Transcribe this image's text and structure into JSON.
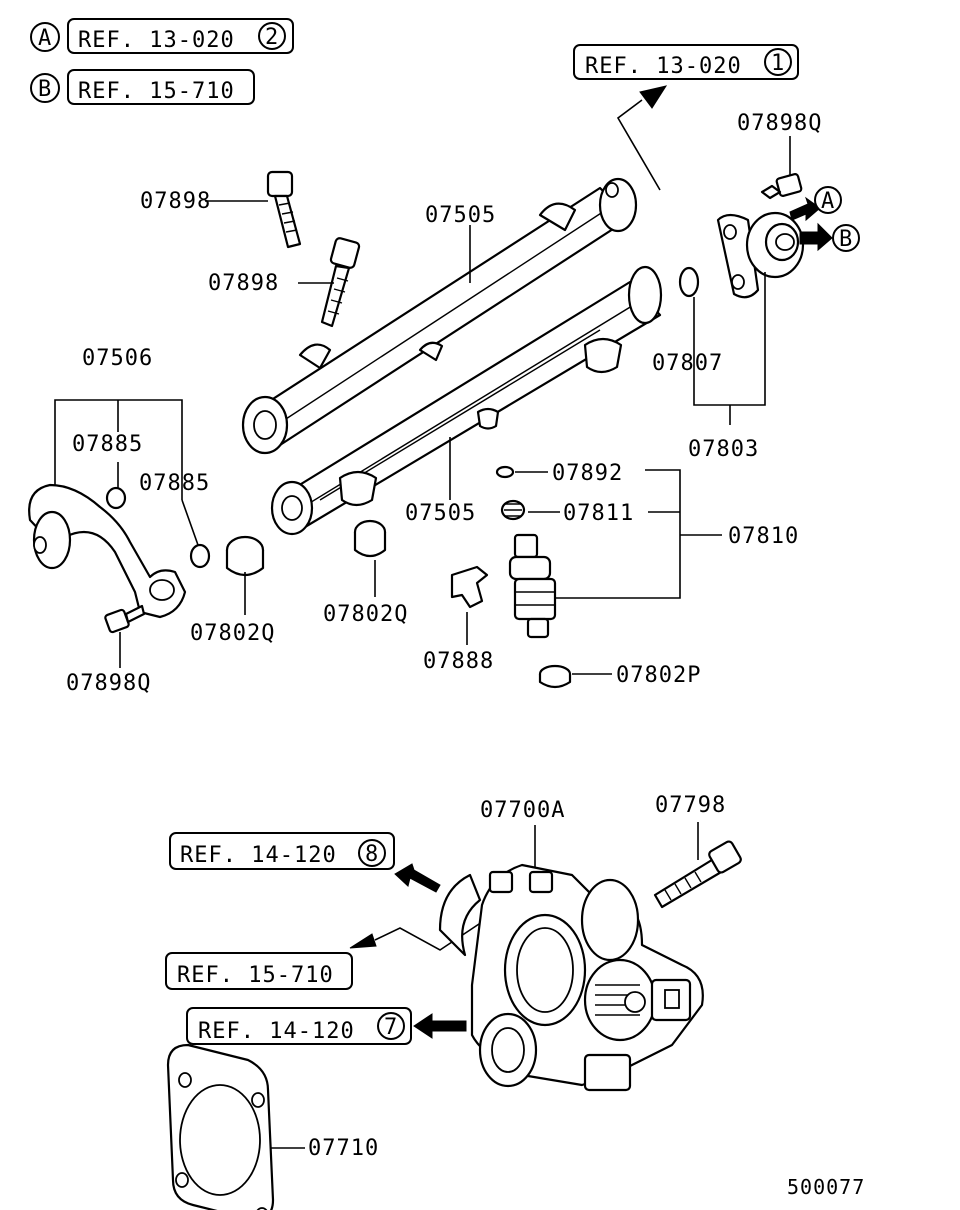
{
  "refs": {
    "ref_a": "REF. 13-020",
    "ref_a_num": "2",
    "ref_b": "REF. 15-710",
    "ref_top": "REF. 13-020",
    "ref_top_num": "1",
    "ref_tb_1": "REF. 14-120",
    "ref_tb_1_num": "8",
    "ref_tb_2": "REF. 15-710",
    "ref_tb_3": "REF. 14-120",
    "ref_tb_3_num": "7"
  },
  "markers": {
    "a": "A",
    "b": "B"
  },
  "parts": {
    "p07898_1": "07898",
    "p07898_2": "07898",
    "p07505_top": "07505",
    "p07505_bottom": "07505",
    "p07898q_top": "07898Q",
    "p07807": "07807",
    "p07803": "07803",
    "p07506": "07506",
    "p07885_1": "07885",
    "p07885_2": "07885",
    "p07892": "07892",
    "p07811": "07811",
    "p07810": "07810",
    "p07802q_1": "07802Q",
    "p07802q_2": "07802Q",
    "p07888": "07888",
    "p07802p": "07802P",
    "p07898q_bottom": "07898Q",
    "p07700a": "07700A",
    "p07798": "07798",
    "p07710": "07710"
  },
  "diagram_id": "500077"
}
